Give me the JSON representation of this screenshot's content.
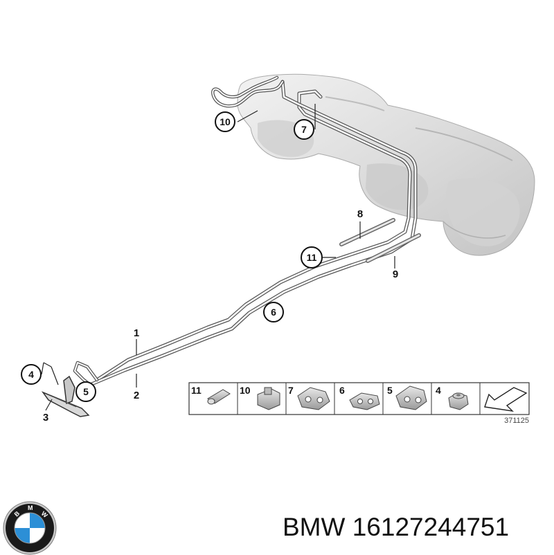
{
  "diagram": {
    "callouts": {
      "c10_top": "10",
      "c7_top": "7",
      "c8": "8",
      "c11_mid": "11",
      "c9": "9",
      "c6_mid": "6",
      "c1": "1",
      "c2": "2",
      "c4": "4",
      "c5": "5",
      "c3": "3"
    },
    "legend": {
      "items": [
        "11",
        "10",
        "7",
        "6",
        "5",
        "4"
      ],
      "drawing_number": "371125"
    }
  },
  "caption": {
    "brand": "BMW",
    "part_number": "16127244751"
  },
  "logo": {
    "letters": "BMW",
    "colors": {
      "blue": "#2c8fd6",
      "white": "#ffffff",
      "ring": "#1a1a1a",
      "chrome": "#c9c9c9"
    }
  }
}
